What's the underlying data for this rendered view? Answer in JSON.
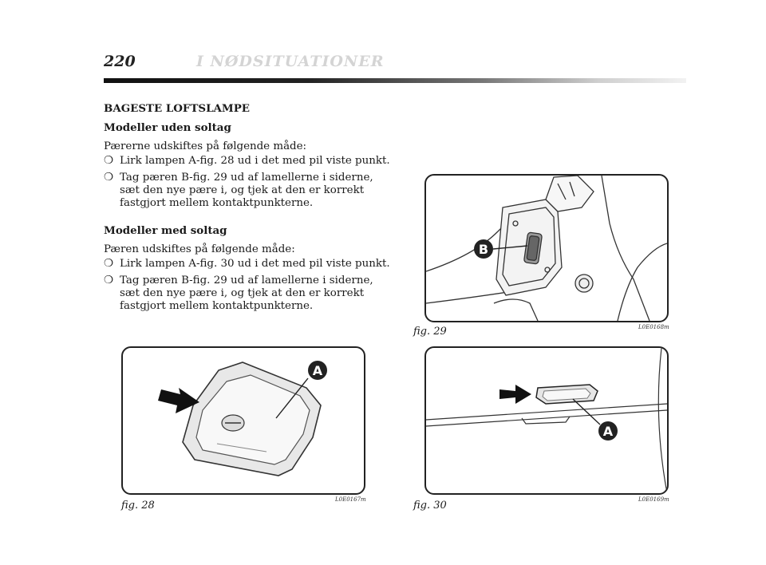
{
  "header": {
    "page_number": "220",
    "chapter": "I NØDSITUATIONER"
  },
  "section": {
    "title": "BAGESTE LOFTSLAMPE",
    "sub1": {
      "title": "Modeller uden soltag",
      "intro": "Pærerne udskiftes på følgende måde:",
      "steps": [
        "Lirk lampen A-fig. 28 ud i det med pil viste punkt.",
        "Tag pæren B-fig. 29 ud af lamellerne i siderne, sæt den nye pære i, og tjek at den er korrekt fastgjort mellem kontaktpunkterne."
      ]
    },
    "sub2": {
      "title": "Modeller med soltag",
      "intro": "Pæren udskiftes på følgende måde:",
      "steps": [
        "Lirk lampen A-fig. 30 ud i det med pil viste punkt.",
        "Tag pæren B-fig. 29 ud af lamellerne i siderne, sæt den nye pære i, og tjek at den er korrekt fastgjort mellem kontaktpunkterne."
      ]
    },
    "bullet": "❍"
  },
  "figures": {
    "fig29": {
      "label": "fig. 29",
      "code": "L0E0168m",
      "callout": "B"
    },
    "fig28": {
      "label": "fig. 28",
      "code": "L0E0167m",
      "callout": "A"
    },
    "fig30": {
      "label": "fig. 30",
      "code": "L0E0169m",
      "callout": "A"
    }
  }
}
